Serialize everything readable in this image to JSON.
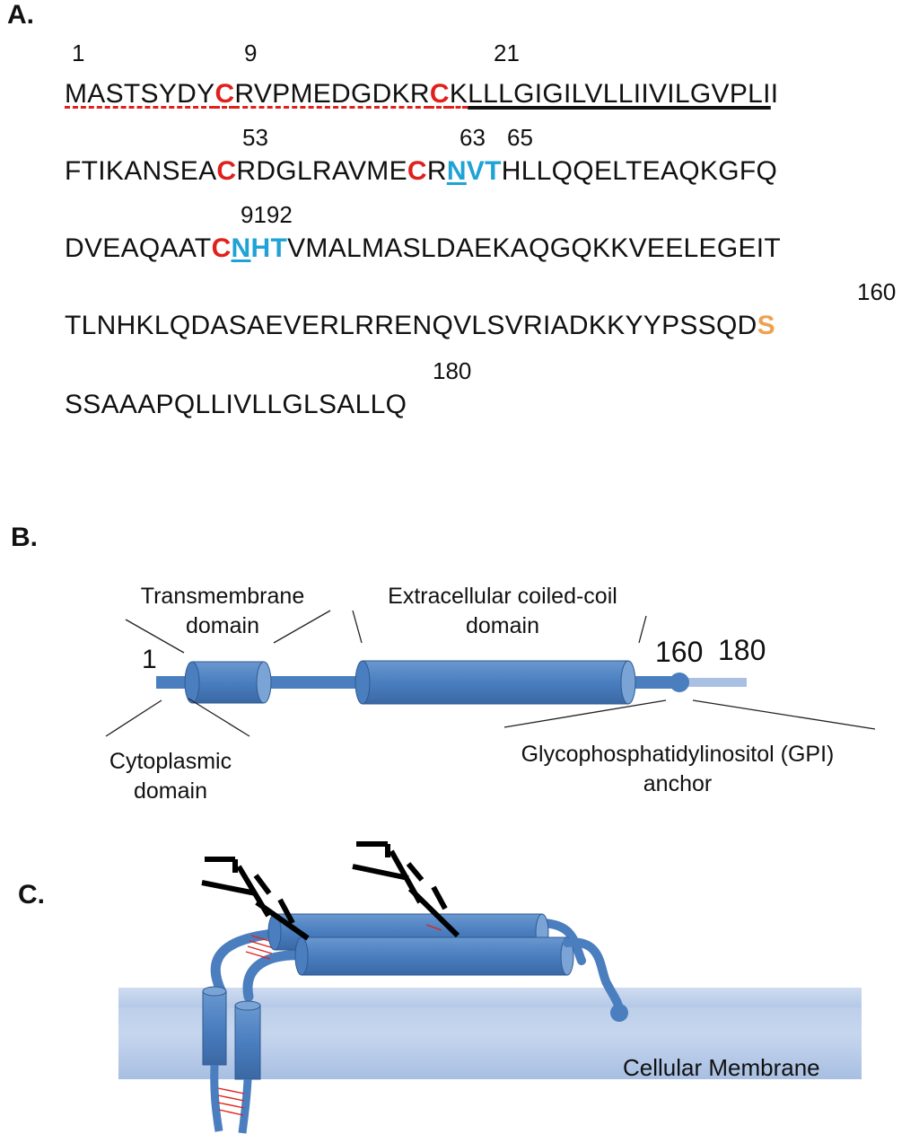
{
  "panels": {
    "a": "A.",
    "b": "B.",
    "c": "C."
  },
  "sequence": {
    "numbers": {
      "n1": "1",
      "n9": "9",
      "n21": "21",
      "n53": "53",
      "n63": "63",
      "n65": "65",
      "n9192": "9192",
      "n160": "160",
      "n180": "180"
    },
    "line1": {
      "seg1": "MASTSYDY",
      "c9": "C",
      "seg2": "RVPMEDGDKR",
      "c21": "C",
      "seg3": "K",
      "tm": "LLLGIGILVLLIIVILGVPLI",
      "tail": "I"
    },
    "line2": {
      "seg1": "FTIKANSEA",
      "c53": "C",
      "seg2": "RDGLRAVME",
      "c63": "C",
      "seg3": "R",
      "n65": "N",
      "vt": "VT",
      "seg4": "HLLQQELTEAQKGFQ"
    },
    "line3": {
      "seg1": "DVEAQAAT",
      "c91": "C",
      "n92": "N",
      "ht": "HT",
      "seg2": "VMALMASLDAEKAQGQKKVEELEGEIT"
    },
    "line4": {
      "seg1": "TLNHKLQDASAEVERLRRENQVLSVRIADKKYYPSSQD",
      "s160": "S"
    },
    "line5": {
      "seg1": "SSAAAPQLLIVLLGLSALLQ"
    }
  },
  "domain_diagram": {
    "transmembrane": [
      "Transmembrane",
      "domain"
    ],
    "extracellular": [
      "Extracellular  coiled-coil",
      "domain"
    ],
    "cytoplasmic": [
      "Cytoplasmic",
      "domain"
    ],
    "gpi": [
      "Glycophosphatidylinositol  (GPI)",
      "anchor"
    ],
    "pos1": "1",
    "pos160": "160",
    "pos180": "180"
  },
  "membrane_diagram": {
    "membrane_label": "Cellular  Membrane"
  },
  "colors": {
    "protein_blue": "#4a7ebf",
    "cysteine_red": "#e0201c",
    "glyco_blue": "#1fa2d6",
    "gpi_orange": "#f0a050"
  }
}
